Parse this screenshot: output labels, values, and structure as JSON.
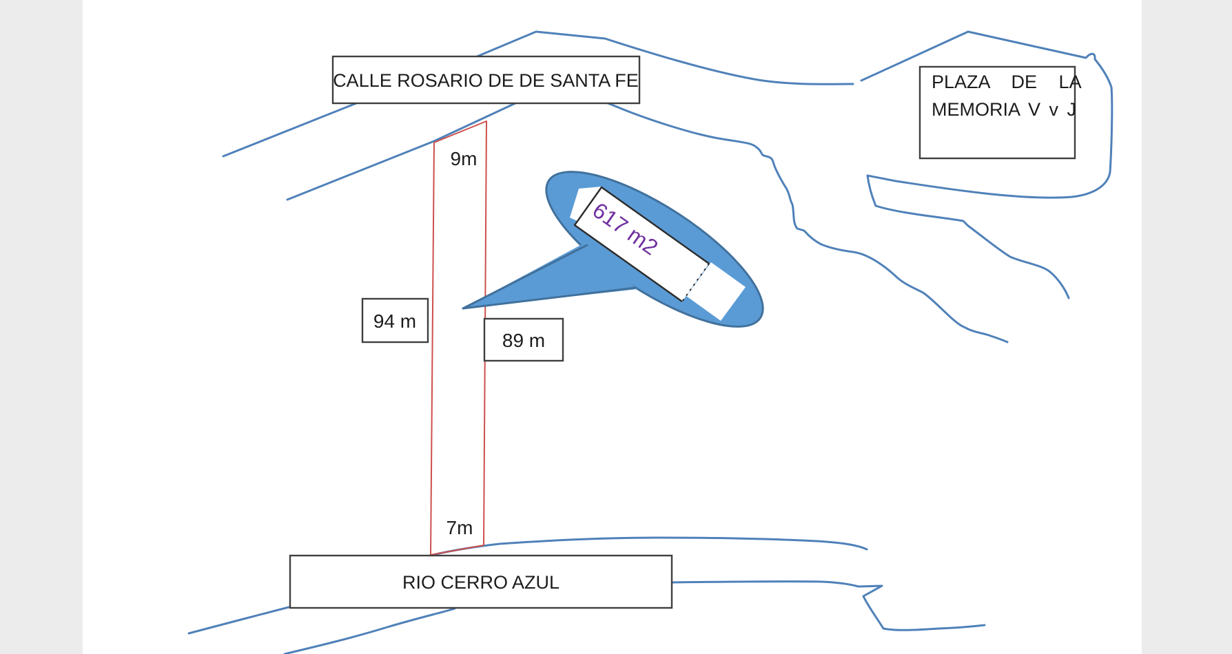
{
  "colors": {
    "line_blue": "#4f81b9",
    "callout_fill": "#5b9bd5",
    "callout_stroke": "#41719c",
    "parcel_red": "#cd4f4c",
    "area_text": "#7030a0",
    "box_border": "#3f3f3f",
    "page_margin": "#ececec"
  },
  "labels": {
    "street": "CALLE ROSARIO DE DE SANTA FE",
    "plaza_line1": "PLAZA DE LA",
    "plaza_line2": "MEMORIA V v J",
    "river": "RIO CERRO AZUL",
    "area": "617 m2",
    "dim_top": "9m",
    "dim_left": "94 m",
    "dim_right": "89 m",
    "dim_bottom": "7m"
  }
}
